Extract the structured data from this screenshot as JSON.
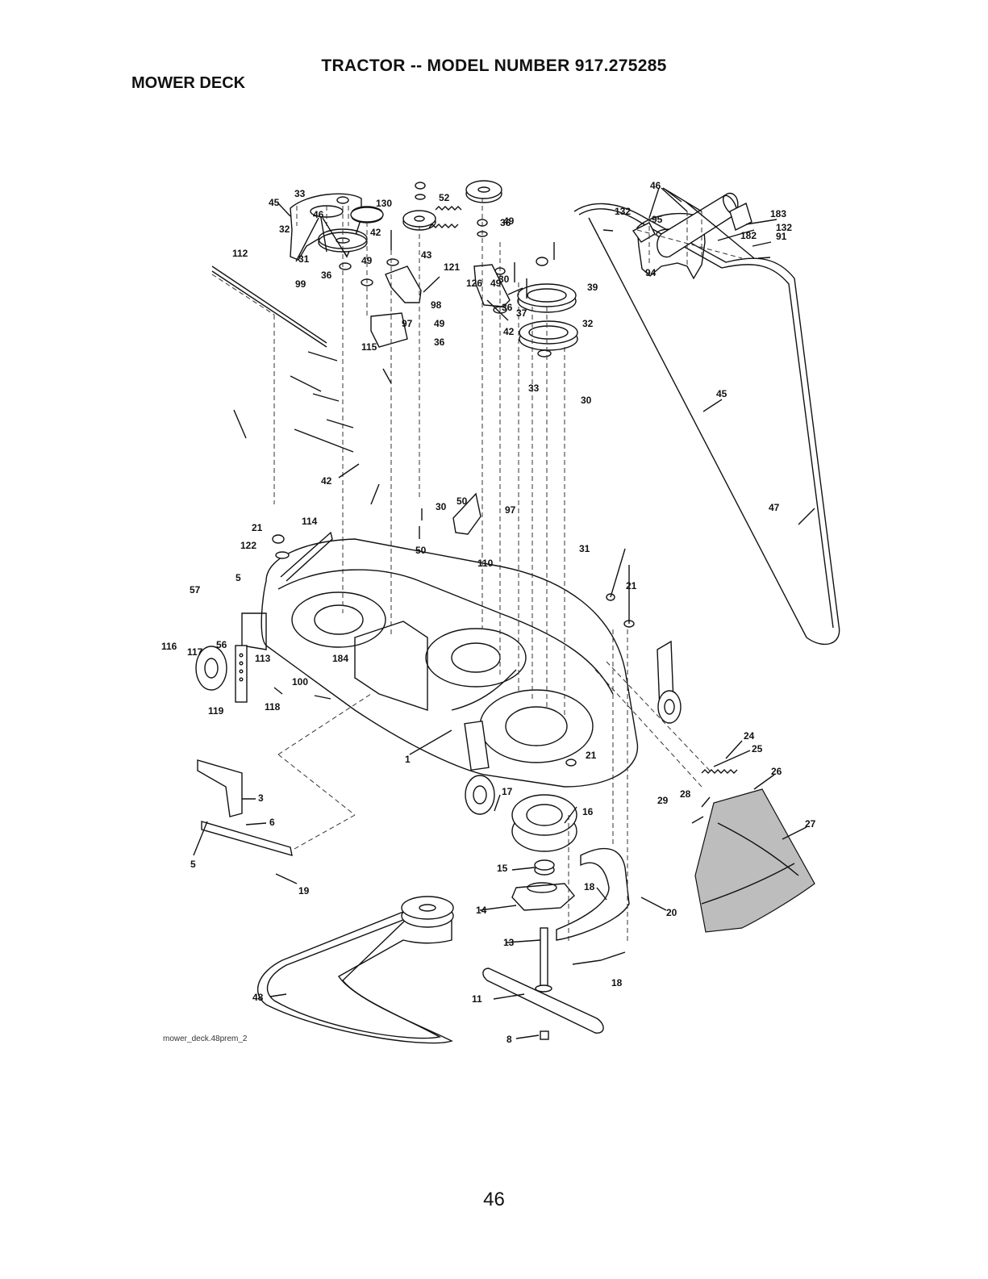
{
  "header": {
    "title": "TRACTOR -- MODEL NUMBER 917.275285",
    "section": "MOWER DECK"
  },
  "callouts": [
    "46",
    "45",
    "33",
    "32",
    "31",
    "112",
    "99",
    "36",
    "49",
    "42",
    "130",
    "52",
    "43",
    "121",
    "126",
    "98",
    "97",
    "115",
    "50",
    "30",
    "110",
    "37",
    "39",
    "47",
    "132",
    "95",
    "182",
    "94",
    "183",
    "91",
    "57",
    "5",
    "21",
    "122",
    "114",
    "116",
    "117",
    "56",
    "113",
    "184",
    "100",
    "119",
    "118",
    "1",
    "3",
    "6",
    "19",
    "48",
    "14",
    "13",
    "11",
    "8",
    "15",
    "16",
    "17",
    "18",
    "20",
    "24",
    "25",
    "26",
    "27",
    "28",
    "29"
  ],
  "footer": {
    "filename": "mower_deck.48prem_2",
    "page_number": "46"
  }
}
